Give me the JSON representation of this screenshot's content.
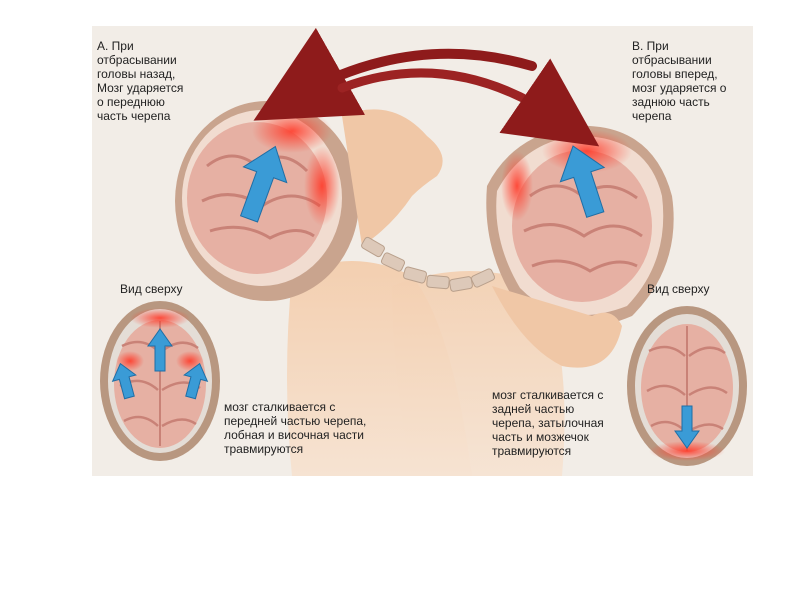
{
  "labels": {
    "a": "А. При\nотбрасывании\nголовы назад,\nМозг ударяется\nо переднюю\nчасть черепа",
    "b": "В. При\nотбрасывании\nголовы вперед,\nмозг ударяется о\nзаднюю часть\nчерепа",
    "topview_left": "Вид сверху",
    "topview_right": "Вид сверху",
    "caption_left": "мозг сталкивается с\nпередней частью черепа,\nлобная и височная части\nтравмируются",
    "caption_right": "мозг сталкивается с\nзадней частью\nчерепа, затылочная\nчасть и мозжечок\nтравмируются"
  },
  "colors": {
    "background": "#f2ede7",
    "skin": "#f0c7a6",
    "brain": "#e8b3a6",
    "impact": "#e8392a",
    "arrow_blue": "#3a9bd6",
    "motion_arrow": "#8e1b1b"
  }
}
